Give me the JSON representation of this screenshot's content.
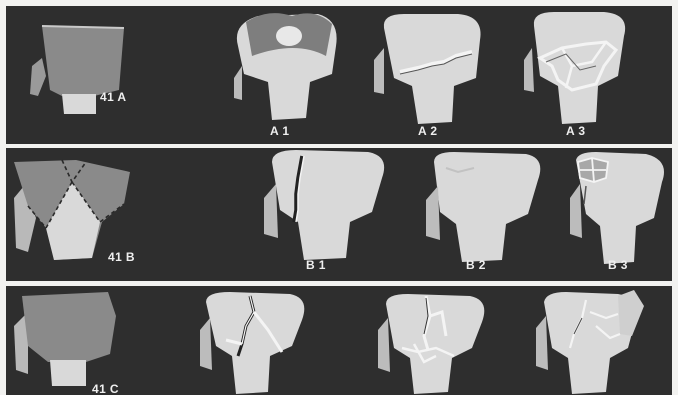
{
  "rows": [
    {
      "id": "A",
      "class_label": "41 A",
      "subtypes": [
        "A 1",
        "A 2",
        "A 3"
      ]
    },
    {
      "id": "B",
      "class_label": "41 B",
      "subtypes": [
        "B 1",
        "B 2",
        "B 3"
      ]
    },
    {
      "id": "C",
      "class_label": "41 C",
      "subtypes": []
    }
  ],
  "colors": {
    "panel_background": "#2e2e2e",
    "bone": "#d9d9d9",
    "fracture_zone": "#8a8a8a",
    "fracture_line": "#f2f2f2",
    "label_text": "#efefef"
  }
}
